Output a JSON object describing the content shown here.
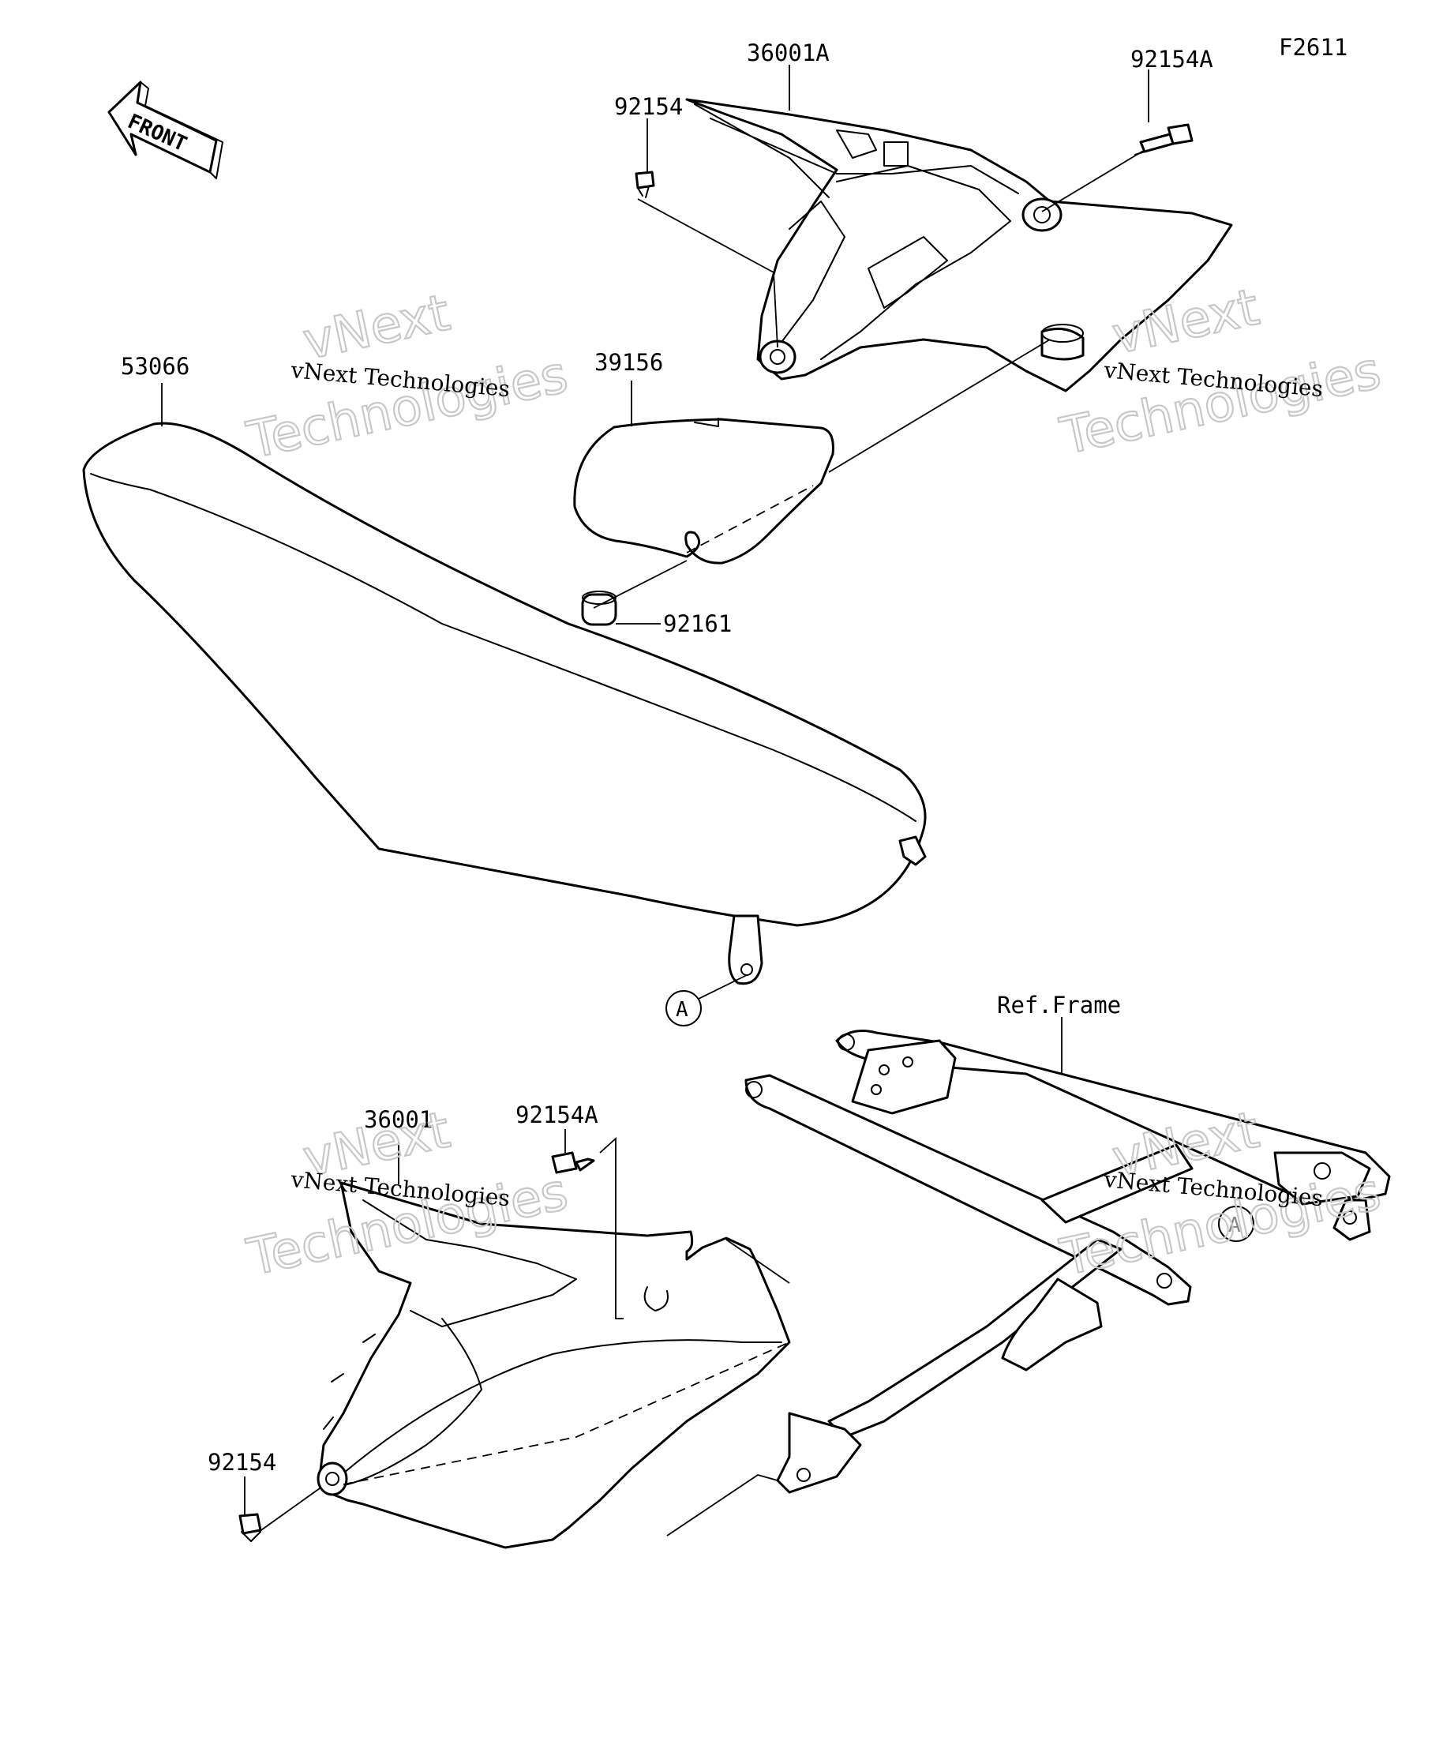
{
  "figure_id": "F2611",
  "front_arrow_label": "FRONT",
  "watermark": {
    "brand": "vNext",
    "tagline": "Technologies",
    "full": "vNext Technologies"
  },
  "callouts": {
    "side_cover_right": "36001A",
    "screw_right_top": "92154A",
    "screw_right_left": "92154",
    "seat": "53066",
    "damper": "39156",
    "cushion": "92161",
    "ref_frame": "Ref.Frame",
    "side_cover_left": "36001",
    "screw_left_top": "92154A",
    "screw_left_bottom": "92154",
    "ref_a_seat": "A",
    "ref_a_frame": "A"
  }
}
